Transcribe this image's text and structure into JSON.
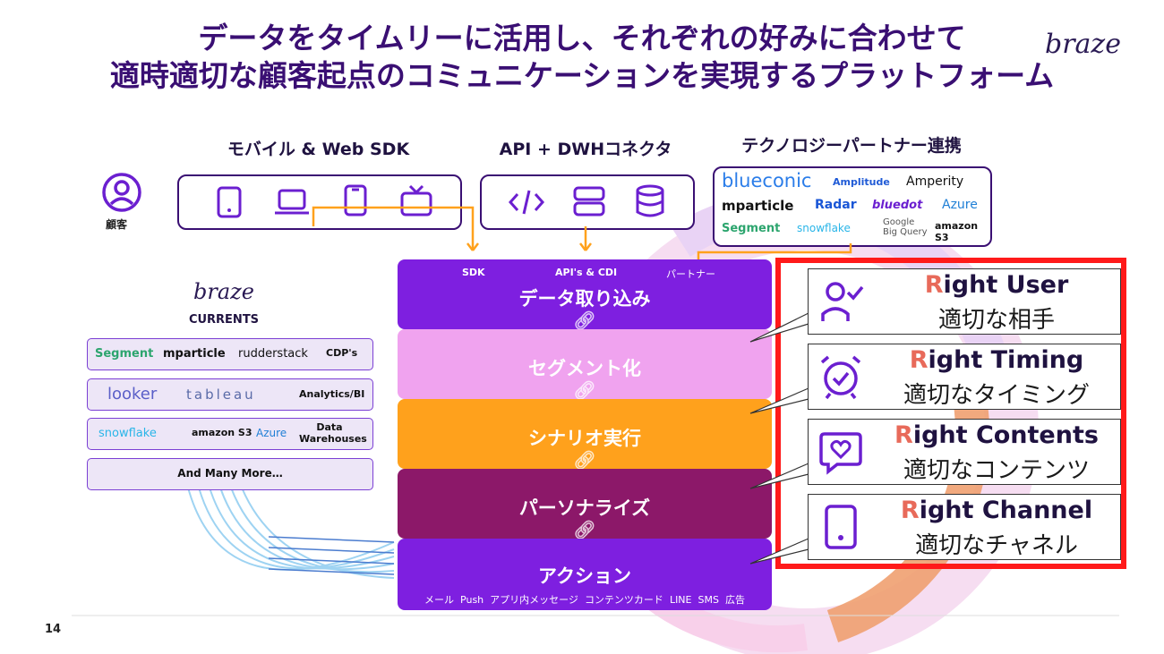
{
  "title": {
    "line1": "データをタイムリーに活用し、それぞれの好みに合わせて",
    "line2": "適時適切な顧客起点のコミュニケーションを実現するプラットフォーム"
  },
  "brand_logo": "braze",
  "colors": {
    "purple": "#7e1fe0",
    "pink": "#f0a3ef",
    "orange": "#ffa11c",
    "maroon": "#8c1869",
    "red": "#ff1a1a",
    "accent_r": "#e86a5a"
  },
  "customer": {
    "label": "顧客",
    "icon": "user-circle-icon"
  },
  "sources": {
    "mobile_web": {
      "title": "モバイル & Web SDK",
      "icons": [
        "tablet-icon",
        "laptop-icon",
        "phone-icon",
        "tv-icon"
      ]
    },
    "api_dwh": {
      "title": "API + DWHコネクタ",
      "icons": [
        "code-icon",
        "server-icon",
        "database-icon"
      ]
    },
    "partners": {
      "title": "テクノロジーパートナー連携",
      "logos": [
        "blueconic",
        "Amplitude",
        "Amperity",
        "mparticle",
        "Radar",
        "bluedot",
        "Azure",
        "Segment",
        "snowflake",
        "Google Big Query",
        "amazon S3"
      ]
    }
  },
  "currents": {
    "logo": "braze",
    "label": "CURRENTS",
    "rows": [
      {
        "logos": [
          "Segment",
          "mparticle",
          "rudderstack"
        ],
        "category": "CDP's"
      },
      {
        "logos": [
          "looker",
          "tableau"
        ],
        "category": "Analytics/BI"
      },
      {
        "logos": [
          "snowflake",
          "amazon S3",
          "Azure"
        ],
        "category": "Data Warehouses"
      },
      {
        "logos": [],
        "category": "And Many More…"
      }
    ]
  },
  "layers": [
    {
      "label": "データ取り込み",
      "inputs": [
        "SDK",
        "API's & CDI",
        "パートナー"
      ]
    },
    {
      "label": "セグメント化"
    },
    {
      "label": "シナリオ実行"
    },
    {
      "label": "パーソナライズ"
    },
    {
      "label": "アクション",
      "channels": [
        "メール",
        "Push",
        "アプリ内メッセージ",
        "コンテンツカード",
        "LINE",
        "SMS",
        "広告"
      ]
    }
  ],
  "right_cards": [
    {
      "en_rest": "ight User",
      "en_first": "R",
      "jp": "適切な相手",
      "icon": "user-check-icon"
    },
    {
      "en_rest": "ight Timing",
      "en_first": "R",
      "jp": "適切なタイミング",
      "icon": "alarm-clock-icon"
    },
    {
      "en_rest": "ight Contents",
      "en_first": "R",
      "jp": "適切なコンテンツ",
      "icon": "heart-message-icon"
    },
    {
      "en_rest": "ight Channel",
      "en_first": "R",
      "jp": "適切なチャネル",
      "icon": "mobile-icon"
    }
  ],
  "page_number": "14"
}
